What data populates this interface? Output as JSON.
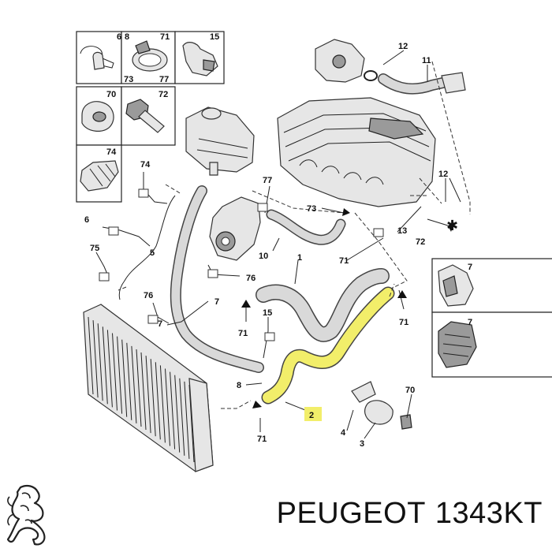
{
  "footer": {
    "brand": "PEUGEOT",
    "part_number": "1343KT"
  },
  "diagram": {
    "highlight_color": "#f2ee6a",
    "highlighted_part": "2",
    "callouts": {
      "c6": "6",
      "c8": "8",
      "c71a": "71",
      "c15a": "15",
      "c73": "73",
      "c77a": "77",
      "c70a": "70",
      "c72a": "72",
      "c74a": "74",
      "c74b": "74",
      "c12a": "12",
      "c11": "11",
      "c77b": "77",
      "c73b": "73",
      "c12b": "12",
      "c13": "13",
      "c72b": "72",
      "c6b": "6",
      "c5": "5",
      "c10": "10",
      "c1": "1",
      "c71b": "71",
      "c75": "75",
      "c76a": "76",
      "c7a": "7",
      "c76b": "76",
      "c7b": "7",
      "c15b": "15",
      "c71c": "71",
      "c71d": "71",
      "c8b": "8",
      "c2": "2",
      "c71e": "71",
      "c70b": "70",
      "c4": "4",
      "c3": "3",
      "c7c": "7",
      "c7d": "7"
    }
  }
}
